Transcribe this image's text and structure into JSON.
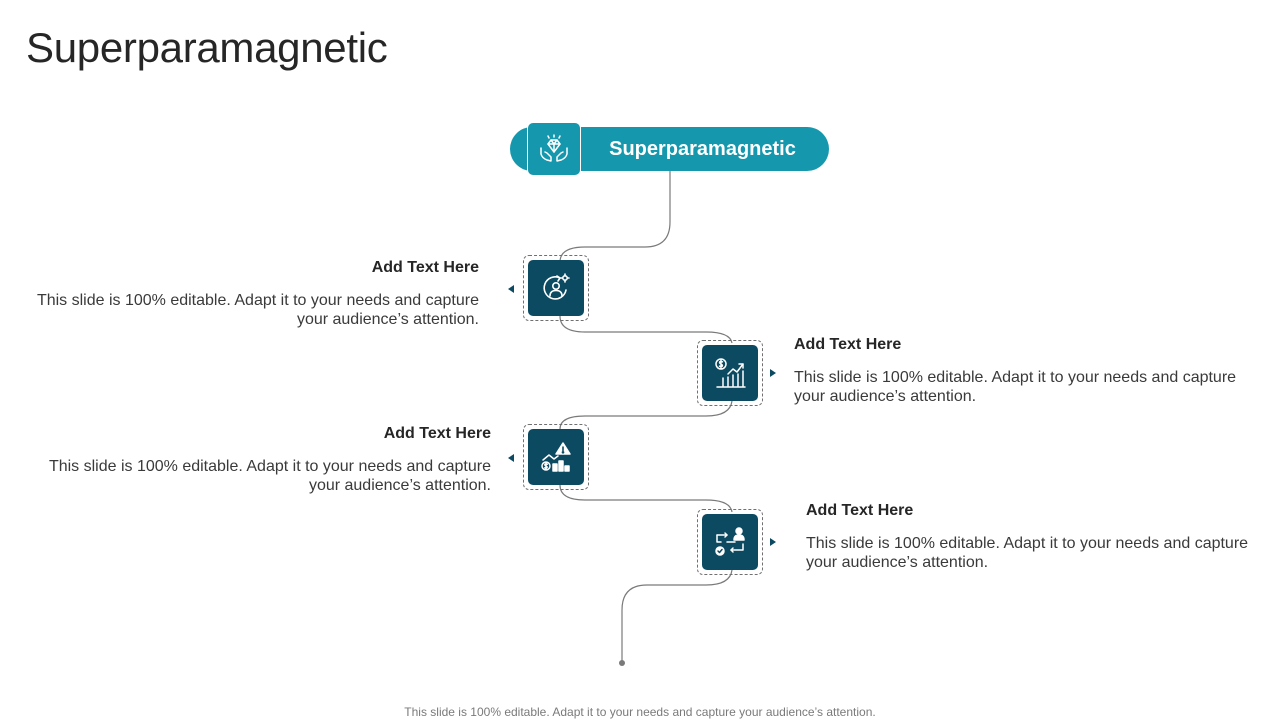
{
  "page": {
    "title": "Superparamagnetic",
    "footer": "This slide is 100% editable. Adapt it to your needs and capture your audience’s attention."
  },
  "colors": {
    "accent": "#1597ad",
    "node": "#0c4a62",
    "connector": "#7a7a7a"
  },
  "header_pill": {
    "label": "Superparamagnetic",
    "icon": "diamond-in-hands-icon"
  },
  "steps": [
    {
      "heading": "Add Text Here",
      "text": "This slide is 100% editable. Adapt it to your needs and capture your audience’s attention.",
      "icon": "user-gear-cycle-icon"
    },
    {
      "heading": "Add Text Here",
      "text": "This slide is 100% editable. Adapt it to your needs and capture your audience’s attention.",
      "icon": "dollar-growth-chart-icon"
    },
    {
      "heading": "Add Text Here",
      "text": "This slide is 100% editable. Adapt it to your needs and capture your audience’s attention.",
      "icon": "risk-warning-chart-icon"
    },
    {
      "heading": "Add Text Here",
      "text": "This slide is 100% editable. Adapt it to your needs and capture your audience’s attention.",
      "icon": "user-process-flow-icon"
    }
  ]
}
